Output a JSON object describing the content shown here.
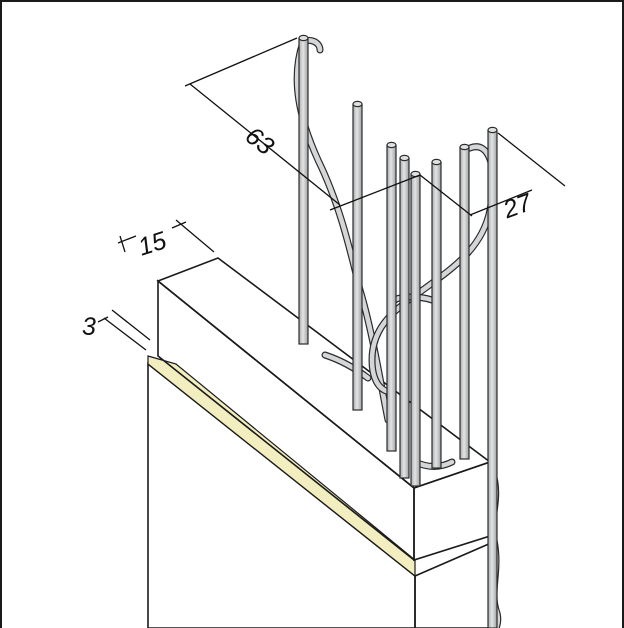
{
  "diagram": {
    "dimensions": {
      "dim_63": "63",
      "dim_27": "27",
      "dim_15": "15",
      "dim_3": "3"
    },
    "colors": {
      "concrete_fill": "#fbf6c9",
      "concrete_top": "#fdf9dc",
      "concrete_dots": "#6b6b5a",
      "rebar_fill": "#c9cbcd",
      "line": "#1a1a1a",
      "background": "#ffffff"
    }
  }
}
